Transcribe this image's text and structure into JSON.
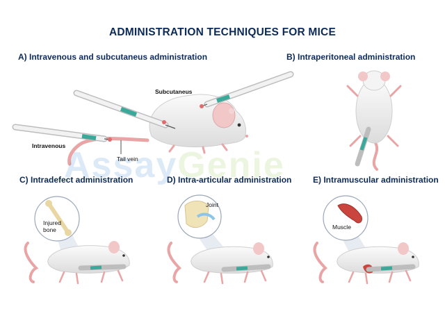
{
  "title": "ADMINISTRATION TECHNIQUES FOR MICE",
  "panels": {
    "a": "A) Intravenous and subcutaneus administration",
    "b": "B) Intraperitoneal administration",
    "c": "C) Intradefect administration",
    "d": "D) Intra-articular administration",
    "e": "E) Intramuscular administration"
  },
  "labels": {
    "subcutaneus": "Subcutaneus",
    "intravenous": "Intravenous",
    "tail_vein": "Tail vein",
    "injured_bone": "Injured\nbone",
    "joint": "Joint",
    "muscle": "Muscle"
  },
  "watermark": {
    "part1": "Assay",
    "part2": "Genie"
  },
  "colors": {
    "heading": "#0d2a57",
    "mouse_body": "#eeeeee",
    "ear": "#f2c7c7",
    "tail": "#e9a5a5",
    "needle": "#3aa999",
    "wm1": "#2f7dd1",
    "wm2": "#8cc63f"
  }
}
